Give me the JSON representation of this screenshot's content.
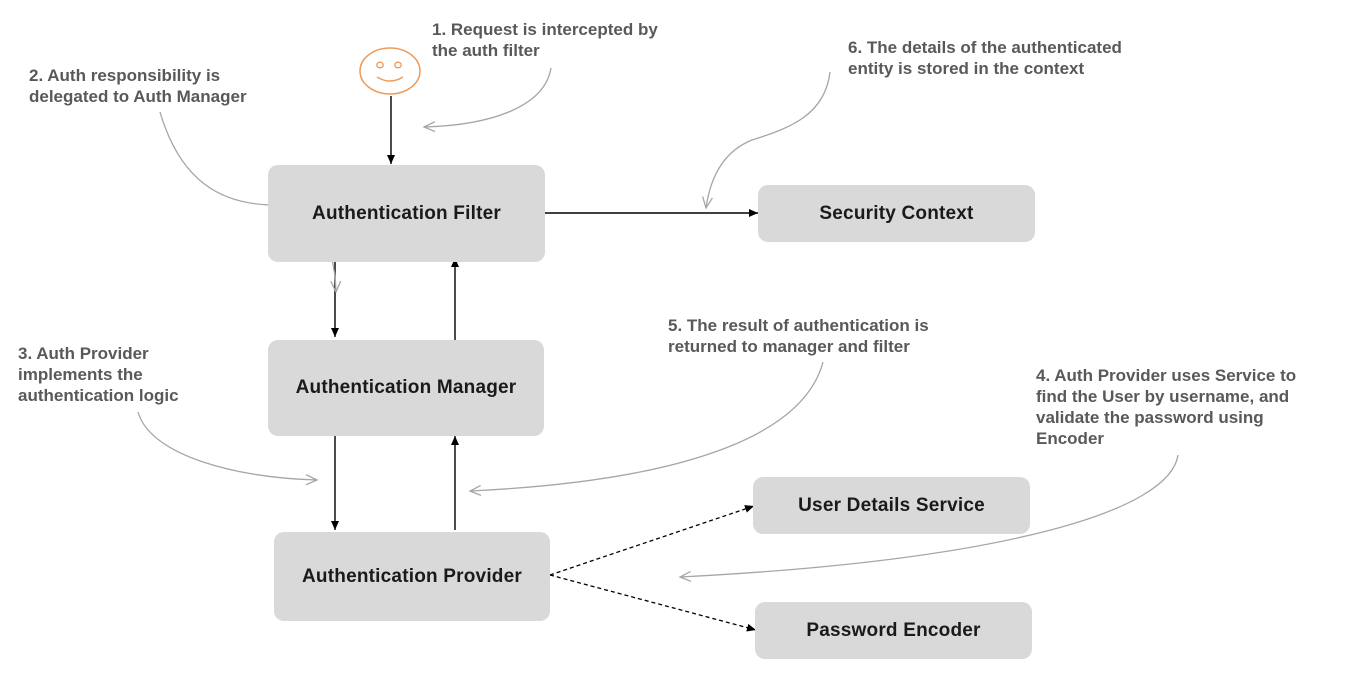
{
  "nodes": {
    "auth_filter": "Authentication Filter",
    "security_context": "Security Context",
    "auth_manager": "Authentication Manager",
    "auth_provider": "Authentication Provider",
    "user_details_service": "User Details Service",
    "password_encoder": "Password Encoder"
  },
  "notes": {
    "step1": "1. Request is intercepted by\nthe auth filter",
    "step2": "2. Auth responsibility is\ndelegated to Auth Manager",
    "step3": "3. Auth Provider\nimplements the\nauthentication logic",
    "step4": "4. Auth Provider uses Service to\nfind the User by username, and\nvalidate the password using\nEncoder",
    "step5": "5. The result of authentication is\nreturned to manager and filter",
    "step6": "6. The details of the authenticated\nentity is stored in the context"
  },
  "colors": {
    "box": "#d9d9d9",
    "note_text": "#595959",
    "actor": "#ed9a5a",
    "callout": "#a6a6a6",
    "arrow": "#000000"
  },
  "icons": {
    "actor": "smiley-face-icon"
  }
}
